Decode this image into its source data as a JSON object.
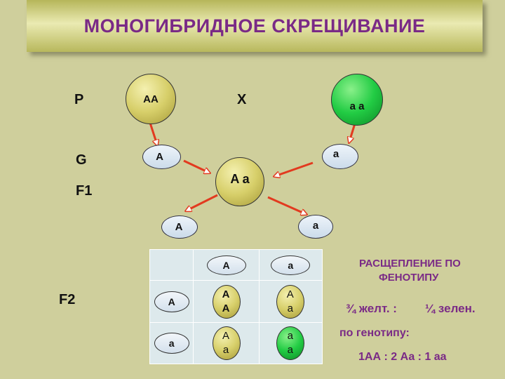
{
  "title": "МОНОГИБРИДНОЕ СКРЕЩИВАНИЕ",
  "labels": {
    "p": "P",
    "x": "X",
    "g": "G",
    "f1": "F1",
    "f2": "F2"
  },
  "parents": {
    "left": "AA",
    "right": "a a"
  },
  "gametes": {
    "left": "A",
    "right": "a"
  },
  "f1": {
    "genotype": "A a",
    "gamete_left": "A",
    "gamete_right": "a"
  },
  "punnett": {
    "col_headers": [
      "A",
      "a"
    ],
    "rows": [
      {
        "header": "A",
        "cells": [
          {
            "top": "A",
            "bottom": "A"
          },
          {
            "top": "A",
            "bottom": "a"
          }
        ]
      },
      {
        "header": "a",
        "cells": [
          {
            "top": "A",
            "bottom": "a"
          },
          {
            "top": "a",
            "bottom": "a"
          }
        ]
      }
    ]
  },
  "result": {
    "heading_line1": "РАСЩЕПЛЕНИЕ ПО",
    "heading_line2": "ФЕНОТИПУ",
    "phenotype_left": "¾ желт. :",
    "phenotype_right": "¼ зелен.",
    "genotype_label": "по генотипу:",
    "genotype_ratio": "1АА : 2 Аа : 1 аа"
  },
  "colors": {
    "title": "#7a2a86",
    "arrow": "#e23a1f",
    "yellow": "#d7cf6a",
    "green": "#22cc44"
  }
}
